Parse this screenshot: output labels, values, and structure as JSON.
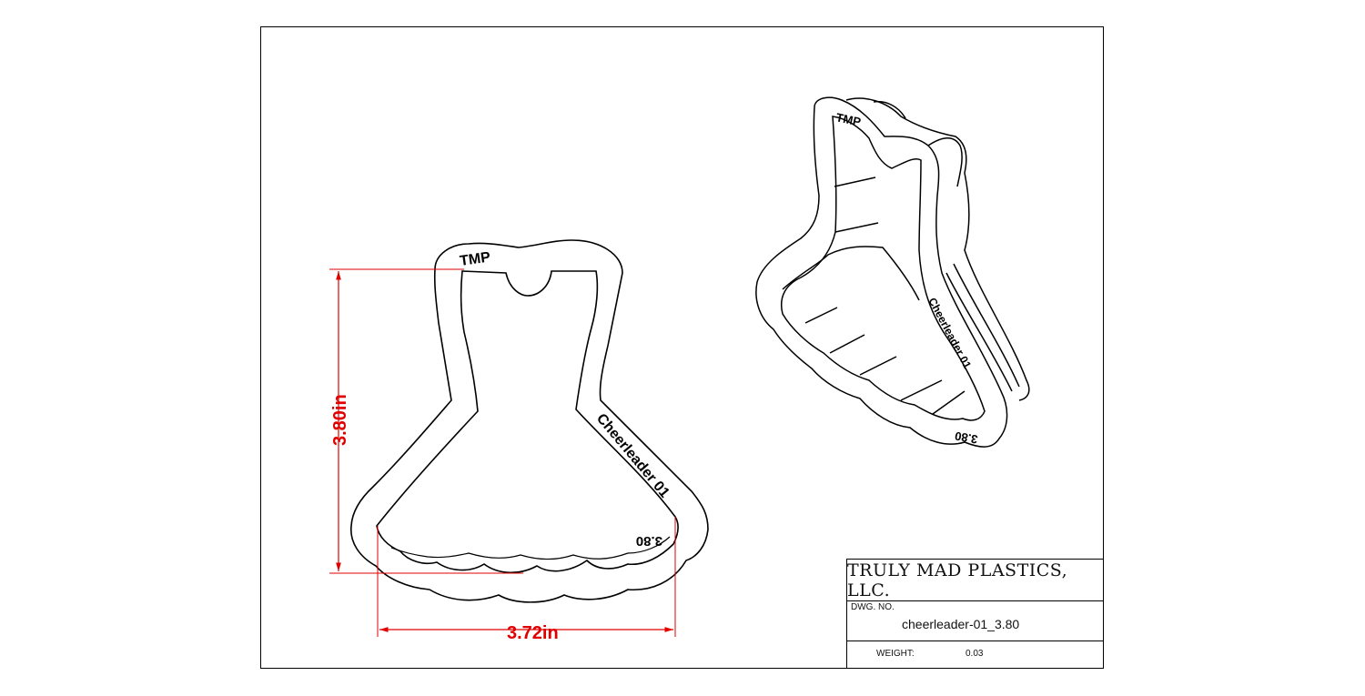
{
  "drawing": {
    "front_view": {
      "emboss_top": "TMP",
      "emboss_side": "Cheerleader 01",
      "emboss_size": "3.80",
      "dim_height": "3.80in",
      "dim_width": "3.72in"
    },
    "iso_view": {
      "emboss_top": "TMP",
      "emboss_side": "Cheerleader 01",
      "emboss_size": "3.80"
    }
  },
  "title_block": {
    "company": "TRULY MAD PLASTICS, LLC.",
    "dwg_no_label": "DWG.  NO.",
    "dwg_no_value": "cheerleader-01_3.80",
    "weight_label": "WEIGHT:",
    "weight_value": "0.03"
  },
  "colors": {
    "dimension": "#e00000",
    "outline": "#000000"
  }
}
